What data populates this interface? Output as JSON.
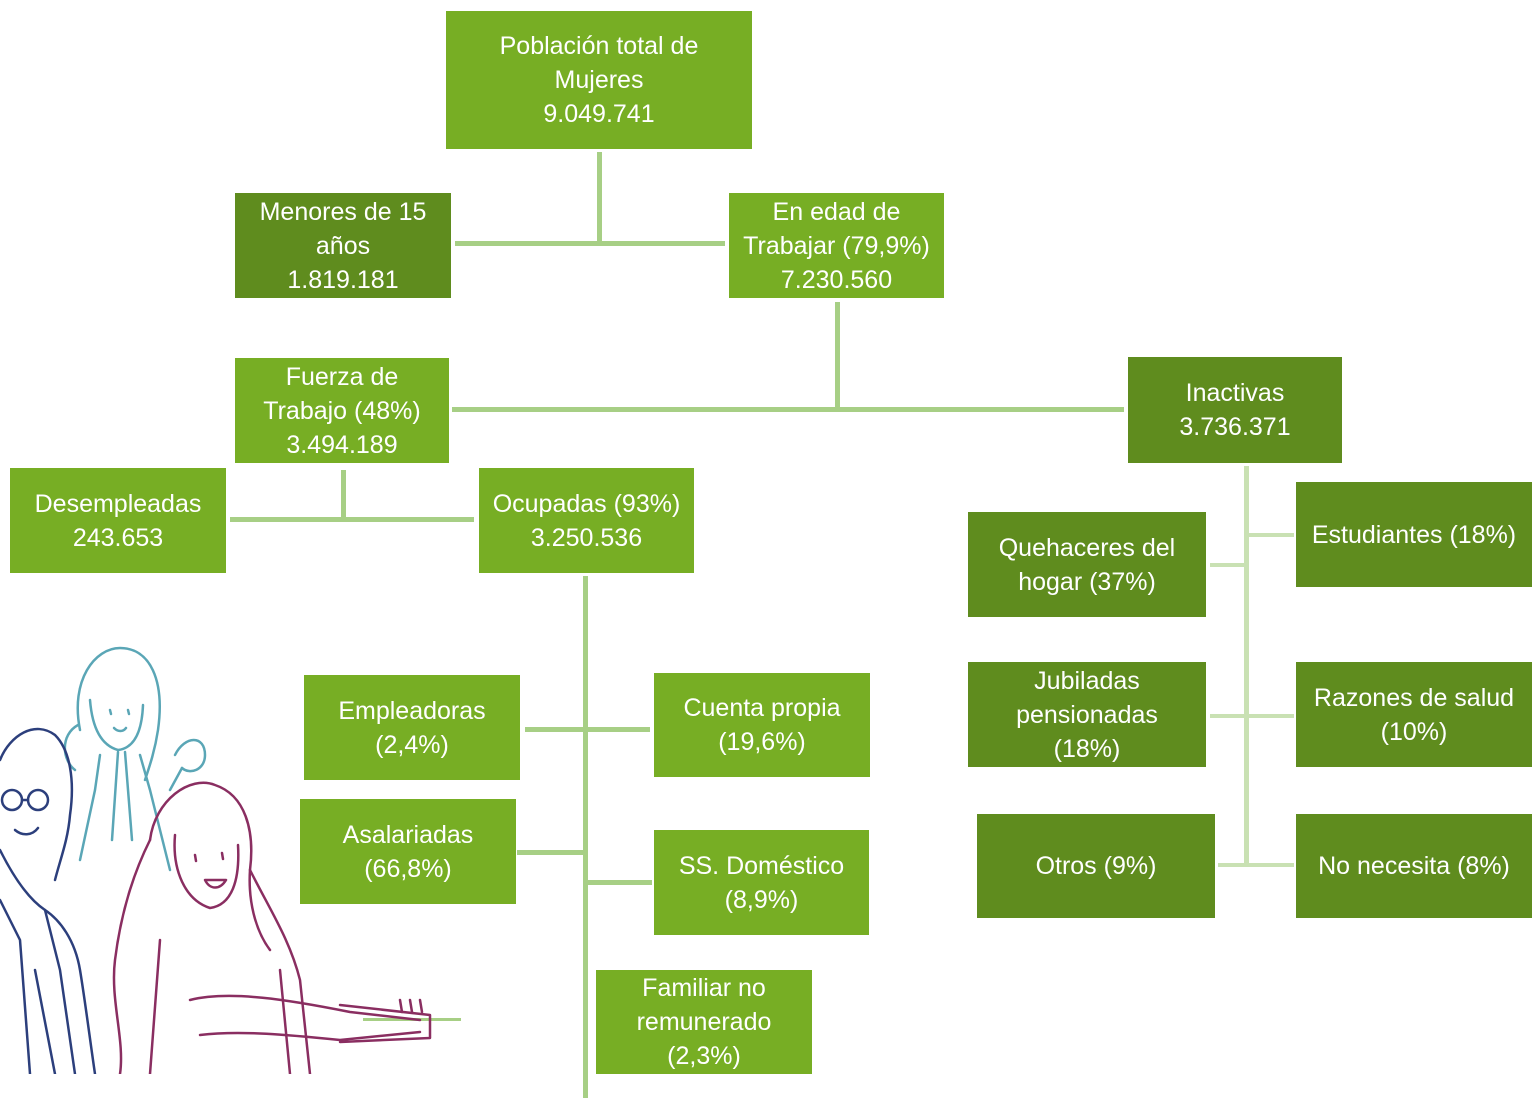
{
  "colors": {
    "dark_green": "#5f8c1e",
    "light_green": "#77ae24",
    "connector": "#a7cf85",
    "connector_light": "#c9e1b3"
  },
  "nodes": {
    "total": [
      "Población total de",
      "Mujeres",
      "9.049.741"
    ],
    "menores": [
      "Menores de 15",
      "años",
      "1.819.181"
    ],
    "edad_trabajar": [
      "En edad de",
      "Trabajar (79,9%)",
      "7.230.560"
    ],
    "fuerza": [
      "Fuerza de",
      "Trabajo (48%)",
      "3.494.189"
    ],
    "inactivas": [
      "Inactivas",
      "3.736.371"
    ],
    "desempleadas": [
      "Desempleadas",
      "243.653"
    ],
    "ocupadas": [
      "Ocupadas (93%)",
      "3.250.536"
    ],
    "empleadoras": [
      "Empleadoras",
      "(2,4%)"
    ],
    "cuenta_propia": [
      "Cuenta propia",
      "(19,6%)"
    ],
    "asalariadas": [
      "Asalariadas",
      "(66,8%)"
    ],
    "ss_domestico": [
      "SS. Doméstico",
      "(8,9%)"
    ],
    "familiar": [
      "Familiar no",
      "remunerado",
      "(2,3%)"
    ],
    "quehaceres": [
      "Quehaceres del",
      "hogar (37%)"
    ],
    "estudiantes": [
      "Estudiantes (18%)"
    ],
    "jubiladas": [
      "Jubiladas",
      "pensionadas",
      "(18%)"
    ],
    "salud": [
      "Razones de salud",
      "(10%)"
    ],
    "otros": [
      "Otros (9%)"
    ],
    "no_necesita": [
      "No necesita (8%)"
    ]
  },
  "illustration": {
    "name": "women-illustration"
  }
}
